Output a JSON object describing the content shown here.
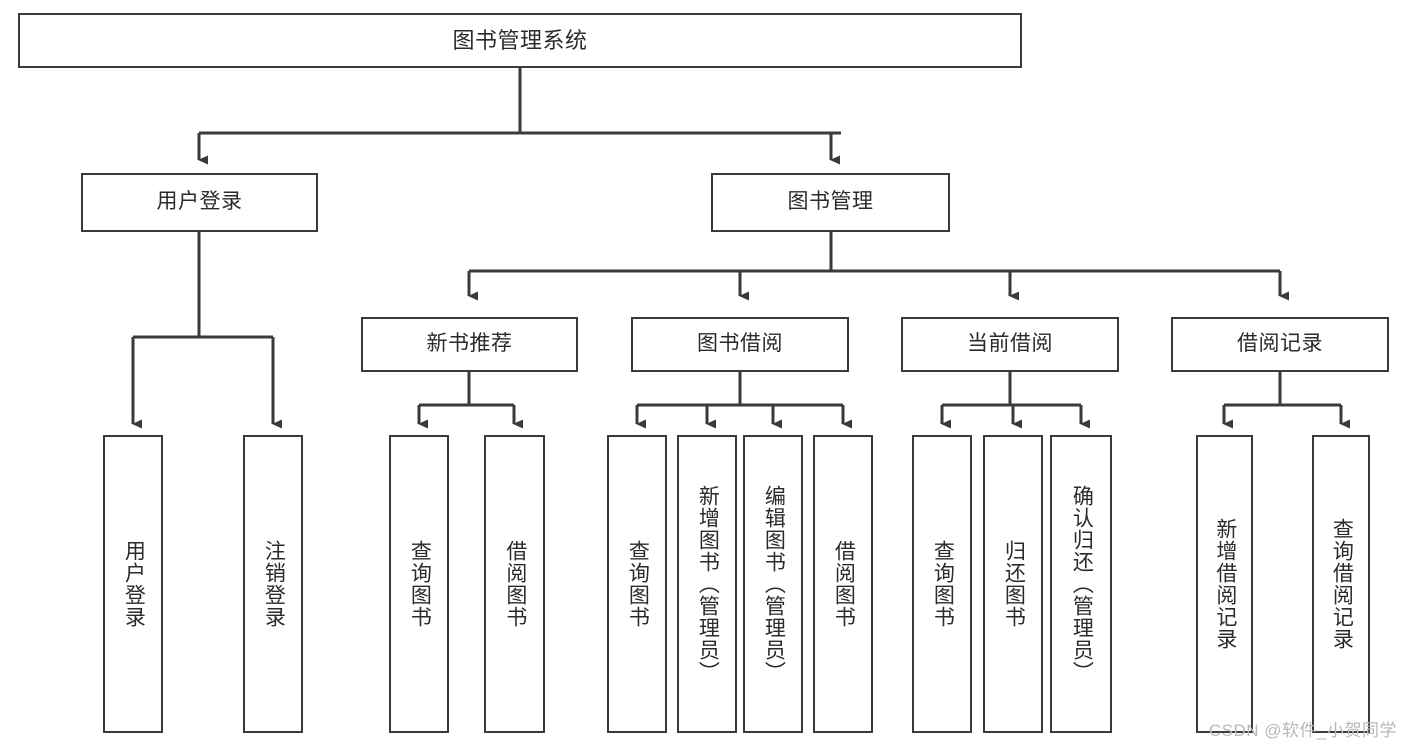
{
  "diagram": {
    "title": "图书管理系统",
    "watermark": "CSDN @软件_小贺同学",
    "colors": {
      "border": "#3a3a3a",
      "text": "#2b2b2b",
      "background": "#ffffff",
      "watermark": "#b9b9b9"
    },
    "levels": {
      "root": "图书管理系统",
      "level1": [
        "用户登录",
        "图书管理"
      ],
      "level2": [
        "新书推荐",
        "图书借阅",
        "当前借阅",
        "借阅记录"
      ]
    },
    "nodes": {
      "root": {
        "label": "图书管理系统"
      },
      "user_login": {
        "label": "用户登录"
      },
      "book_manage": {
        "label": "图书管理"
      },
      "new_book_rec": {
        "label": "新书推荐"
      },
      "book_borrow": {
        "label": "图书借阅"
      },
      "current_borrow": {
        "label": "当前借阅"
      },
      "borrow_record": {
        "label": "借阅记录"
      },
      "leaf_user_login": {
        "label": "用户登录"
      },
      "leaf_logout": {
        "label": "注销登录"
      },
      "leaf_query_book_1": {
        "label": "查询图书"
      },
      "leaf_borrow_book_1": {
        "label": "借阅图书"
      },
      "leaf_query_book_2": {
        "label": "查询图书"
      },
      "leaf_add_book": {
        "label": "新增图书（管理员）"
      },
      "leaf_edit_book": {
        "label": "编辑图书（管理员）"
      },
      "leaf_borrow_book_2": {
        "label": "借阅图书"
      },
      "leaf_query_book_3": {
        "label": "查询图书"
      },
      "leaf_return_book": {
        "label": "归还图书"
      },
      "leaf_confirm_return": {
        "label": "确认归还（管理员）"
      },
      "leaf_add_record": {
        "label": "新增借阅记录"
      },
      "leaf_query_record": {
        "label": "查询借阅记录"
      }
    },
    "tree": {
      "图书管理系统": {
        "用户登录": [
          "用户登录",
          "注销登录"
        ],
        "图书管理": {
          "新书推荐": [
            "查询图书",
            "借阅图书"
          ],
          "图书借阅": [
            "查询图书",
            "新增图书（管理员）",
            "编辑图书（管理员）",
            "借阅图书"
          ],
          "当前借阅": [
            "查询图书",
            "归还图书",
            "确认归还（管理员）"
          ],
          "借阅记录": [
            "新增借阅记录",
            "查询借阅记录"
          ]
        }
      }
    }
  }
}
